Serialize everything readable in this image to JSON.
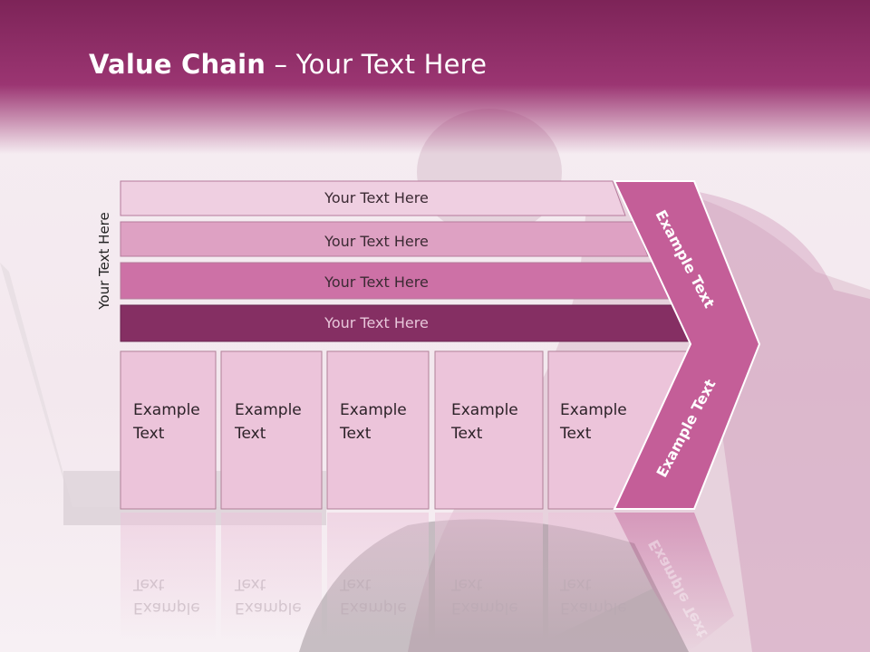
{
  "slide": {
    "title_bold": "Value Chain",
    "title_rest": " – Your Text Here",
    "vertical_label": "Your Text Here",
    "bands": [
      {
        "label": "Your Text Here",
        "color": "#efcfe1"
      },
      {
        "label": "Your Text Here",
        "color": "#dea1c3"
      },
      {
        "label": "Your Text Here",
        "color": "#cd71a6"
      },
      {
        "label": "Your Text Here",
        "color": "#852f63"
      }
    ],
    "columns": [
      {
        "line1": "Example",
        "line2": "Text"
      },
      {
        "line1": "Example",
        "line2": "Text"
      },
      {
        "line1": "Example",
        "line2": "Text"
      },
      {
        "line1": "Example",
        "line2": "Text"
      },
      {
        "line1": "Example",
        "line2": "Text"
      }
    ],
    "arrow_upper_label": "Example Text",
    "arrow_lower_label": "Example Text",
    "colors": {
      "header": "#8c2c66",
      "column_fill": "#ecc4da",
      "arrow_fill": "#c45e98"
    }
  }
}
